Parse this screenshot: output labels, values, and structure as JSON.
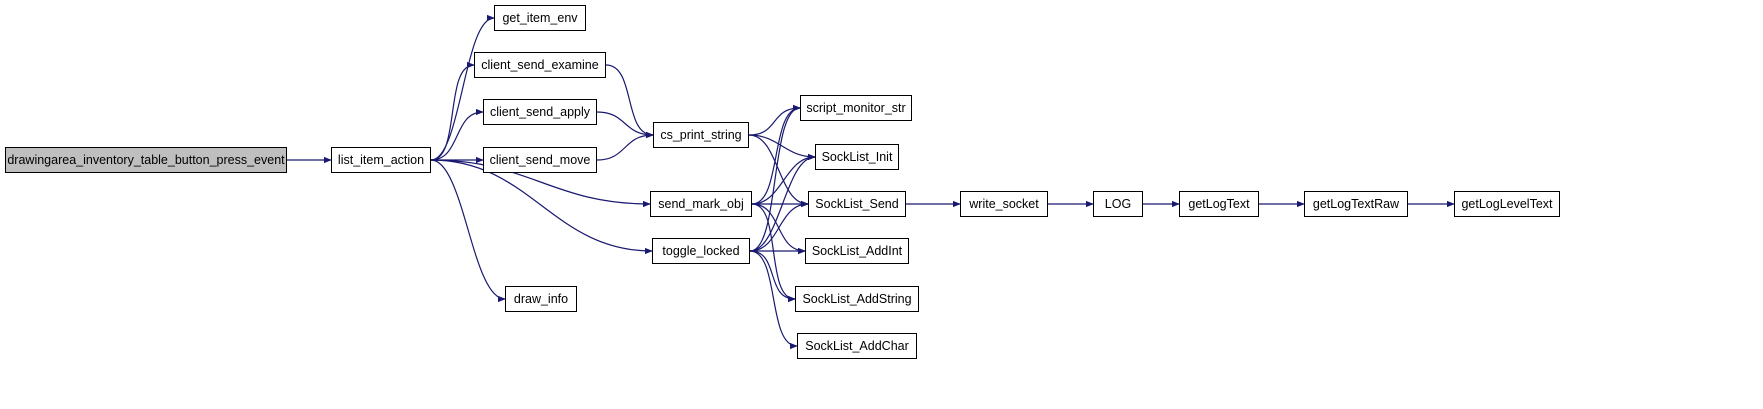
{
  "graph": {
    "edge_color": "#191970",
    "root_fill": "#bfbfbf",
    "nodes": [
      {
        "id": "drawingarea_inventory_table_button_press_event",
        "label": "drawingarea_inventory_table_button_press_event",
        "root": true
      },
      {
        "id": "list_item_action",
        "label": "list_item_action"
      },
      {
        "id": "get_item_env",
        "label": "get_item_env"
      },
      {
        "id": "client_send_examine",
        "label": "client_send_examine"
      },
      {
        "id": "client_send_apply",
        "label": "client_send_apply"
      },
      {
        "id": "client_send_move",
        "label": "client_send_move"
      },
      {
        "id": "cs_print_string",
        "label": "cs_print_string"
      },
      {
        "id": "send_mark_obj",
        "label": "send_mark_obj"
      },
      {
        "id": "toggle_locked",
        "label": "toggle_locked"
      },
      {
        "id": "draw_info",
        "label": "draw_info"
      },
      {
        "id": "script_monitor_str",
        "label": "script_monitor_str"
      },
      {
        "id": "SockList_Init",
        "label": "SockList_Init"
      },
      {
        "id": "SockList_Send",
        "label": "SockList_Send"
      },
      {
        "id": "SockList_AddInt",
        "label": "SockList_AddInt"
      },
      {
        "id": "SockList_AddString",
        "label": "SockList_AddString"
      },
      {
        "id": "SockList_AddChar",
        "label": "SockList_AddChar"
      },
      {
        "id": "write_socket",
        "label": "write_socket"
      },
      {
        "id": "LOG",
        "label": "LOG"
      },
      {
        "id": "getLogText",
        "label": "getLogText"
      },
      {
        "id": "getLogTextRaw",
        "label": "getLogTextRaw"
      },
      {
        "id": "getLogLevelText",
        "label": "getLogLevelText"
      }
    ],
    "edges": [
      {
        "from": "drawingarea_inventory_table_button_press_event",
        "to": "list_item_action"
      },
      {
        "from": "list_item_action",
        "to": "get_item_env"
      },
      {
        "from": "list_item_action",
        "to": "client_send_examine"
      },
      {
        "from": "list_item_action",
        "to": "client_send_apply"
      },
      {
        "from": "list_item_action",
        "to": "client_send_move"
      },
      {
        "from": "list_item_action",
        "to": "send_mark_obj"
      },
      {
        "from": "list_item_action",
        "to": "toggle_locked"
      },
      {
        "from": "list_item_action",
        "to": "draw_info"
      },
      {
        "from": "client_send_examine",
        "to": "cs_print_string"
      },
      {
        "from": "client_send_apply",
        "to": "cs_print_string"
      },
      {
        "from": "client_send_move",
        "to": "cs_print_string"
      },
      {
        "from": "cs_print_string",
        "to": "script_monitor_str"
      },
      {
        "from": "cs_print_string",
        "to": "SockList_Init"
      },
      {
        "from": "cs_print_string",
        "to": "SockList_Send"
      },
      {
        "from": "send_mark_obj",
        "to": "script_monitor_str"
      },
      {
        "from": "send_mark_obj",
        "to": "SockList_Init"
      },
      {
        "from": "send_mark_obj",
        "to": "SockList_Send"
      },
      {
        "from": "send_mark_obj",
        "to": "SockList_AddInt"
      },
      {
        "from": "send_mark_obj",
        "to": "SockList_AddString"
      },
      {
        "from": "toggle_locked",
        "to": "script_monitor_str"
      },
      {
        "from": "toggle_locked",
        "to": "SockList_Init"
      },
      {
        "from": "toggle_locked",
        "to": "SockList_Send"
      },
      {
        "from": "toggle_locked",
        "to": "SockList_AddInt"
      },
      {
        "from": "toggle_locked",
        "to": "SockList_AddString"
      },
      {
        "from": "toggle_locked",
        "to": "SockList_AddChar"
      },
      {
        "from": "SockList_Send",
        "to": "write_socket"
      },
      {
        "from": "write_socket",
        "to": "LOG"
      },
      {
        "from": "LOG",
        "to": "getLogText"
      },
      {
        "from": "getLogText",
        "to": "getLogTextRaw"
      },
      {
        "from": "getLogTextRaw",
        "to": "getLogLevelText"
      }
    ]
  }
}
